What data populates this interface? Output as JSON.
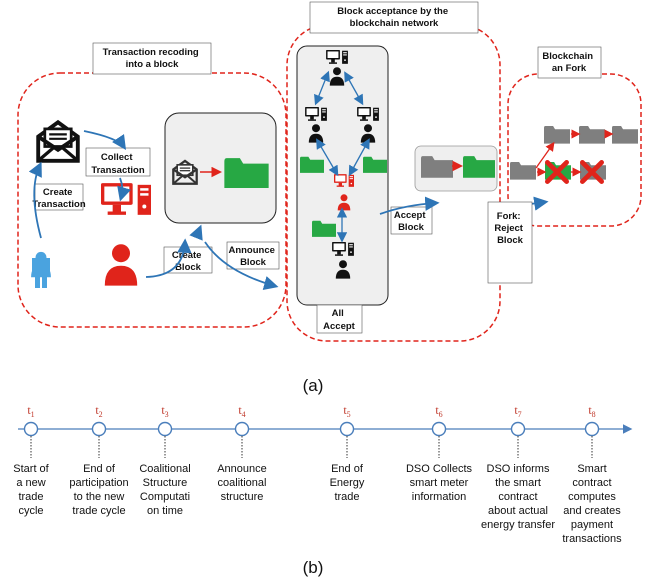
{
  "part_a": {
    "caption": "(a)",
    "regions": {
      "recording": "Transaction recoding\ninto a block",
      "acceptance": "Block acceptance by the\nblockchain network",
      "fork": "Blockchain\nan Fork"
    },
    "labels": {
      "create_transaction": "Create\nTransaction",
      "collect_transaction": "Collect\nTransaction",
      "create_block": "Create\nBlock",
      "announce_block": "Announce\nBlock",
      "all_accept": "All\nAccept",
      "accept_block": "Accept\nBlock",
      "fork_reject": "Fork:\nReject\nBlock"
    },
    "colors": {
      "red": "#e0241b",
      "green": "#27a844",
      "blue": "#2e75b6",
      "person_blue": "#4aa3df",
      "gray": "#7f7f7f"
    }
  },
  "part_b": {
    "caption": "(b)",
    "timeline": [
      {
        "t": "t",
        "sub": "1",
        "text": "Start of\na new\ntrade\ncycle"
      },
      {
        "t": "t",
        "sub": "2",
        "text": "End of\nparticipation\nto the new\ntrade cycle"
      },
      {
        "t": "t",
        "sub": "3",
        "text": "Coalitional\nStructure\nComputati\non time"
      },
      {
        "t": "t",
        "sub": "4",
        "text": "Announce\ncoalitional\nstructure"
      },
      {
        "t": "t",
        "sub": "5",
        "text": "End of\nEnergy\ntrade"
      },
      {
        "t": "t",
        "sub": "6",
        "text": "DSO Collects\nsmart meter\ninformation"
      },
      {
        "t": "t",
        "sub": "7",
        "text": "DSO informs\nthe smart\ncontract\nabout actual\nenergy transfer"
      },
      {
        "t": "t",
        "sub": "8",
        "text": "Smart\ncontract\ncomputes\nand creates\npayment\ntransactions"
      }
    ]
  }
}
